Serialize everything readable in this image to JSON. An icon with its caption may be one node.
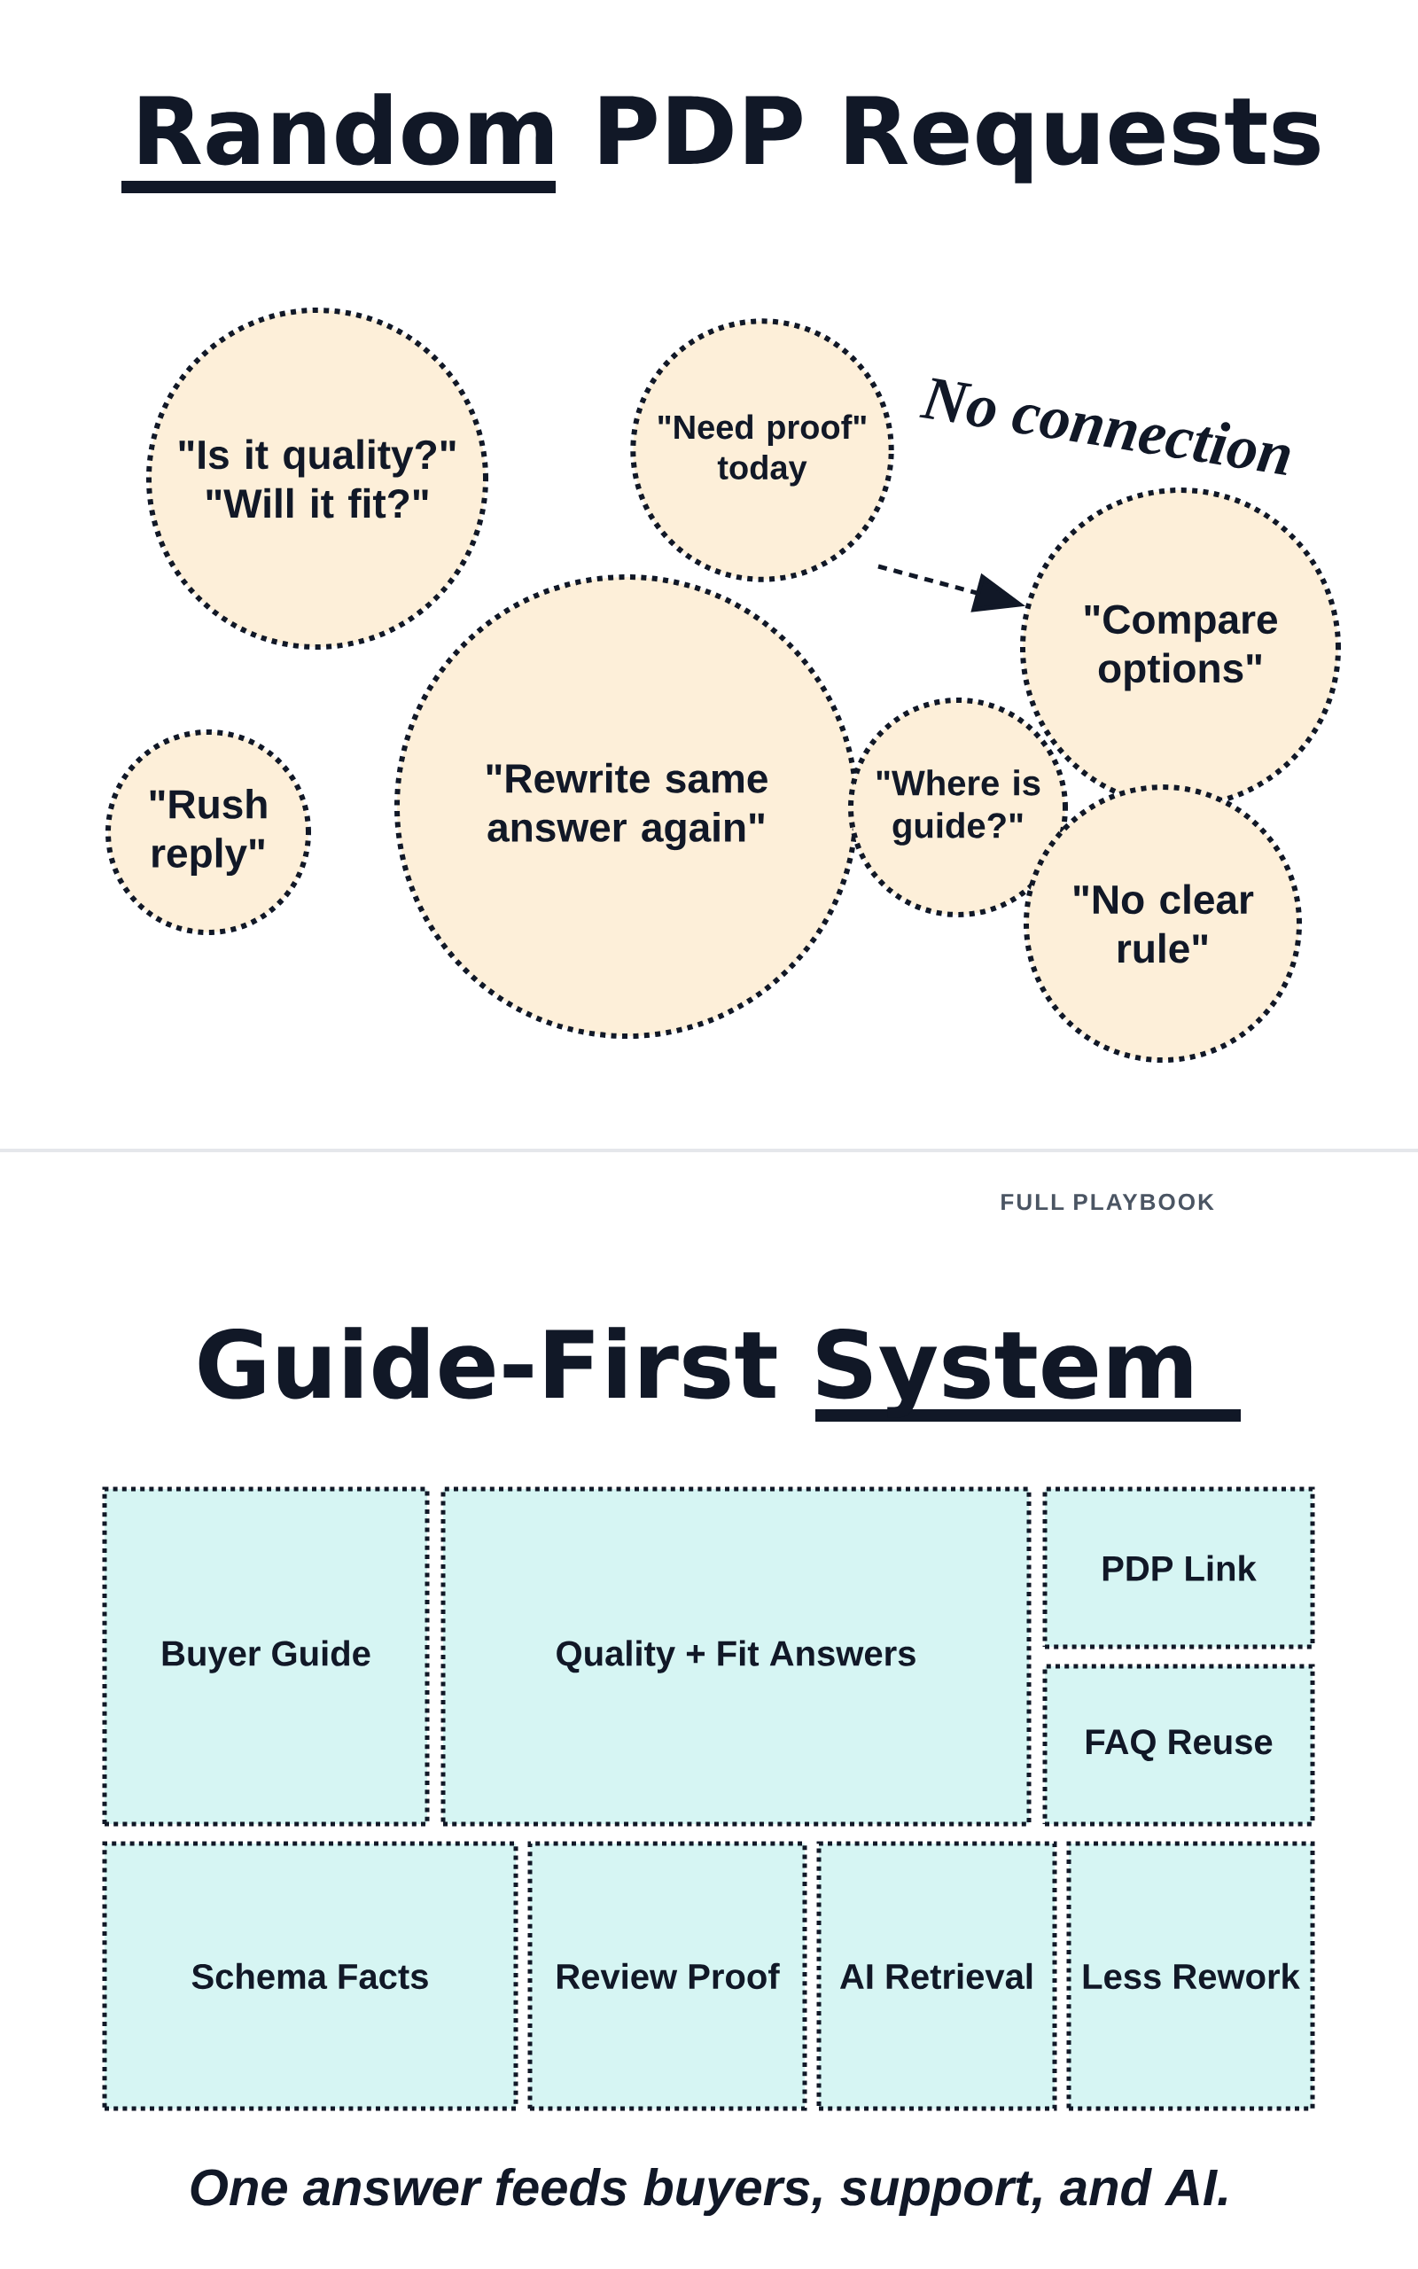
{
  "diagram": {
    "title": "Random PDP Requests",
    "caption": "One answer feeds buyers, support, and AI.",
    "nodes": [
      {
        "text": [
          "\"Is it quality?\"",
          "\"Will it fit?\""
        ]
      },
      {
        "text": [
          "\"Need proof\" today"
        ]
      },
      {
        "text": [
          "\"Compare options\""
        ]
      },
      {
        "text": [
          "\"Rush reply\""
        ]
      },
      {
        "text": [
          "\"Rewrite same answer again\""
        ]
      },
      {
        "text": [
          "\"Where is guide?\""
        ]
      },
      {
        "text": [
          "\"No clear rule\""
        ]
      },
      {
        "text": [
          "Buyer Guide"
        ]
      },
      {
        "text": [
          "Quality + Fit Answers"
        ]
      },
      {
        "text": [
          "PDP Link"
        ]
      },
      {
        "text": [
          "FAQ Reuse"
        ]
      },
      {
        "text": [
          "Schema Facts"
        ]
      },
      {
        "text": [
          "Review Proof"
        ]
      },
      {
        "text": [
          "AI Retrieval"
        ]
      },
      {
        "text": [
          "Less Rework"
        ]
      }
    ],
    "edges": [
      {
        "from": null,
        "to": 2,
        "arrow": "to",
        "style": "dashed",
        "label": "No connection"
      }
    ],
    "labels": [
      "FULL PLAYBOOK",
      "Guide-First System"
    ]
  }
}
